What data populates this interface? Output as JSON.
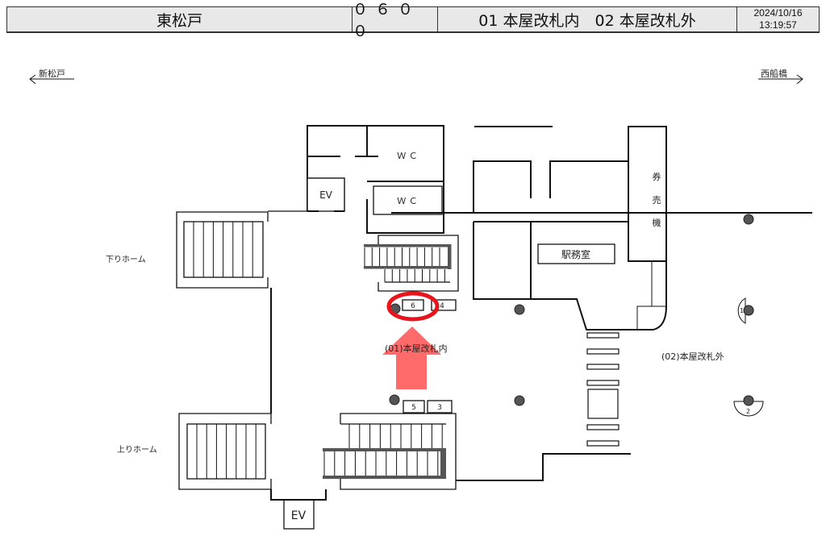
{
  "header": {
    "station": "東松戸",
    "code": "０６００",
    "gates": "01 本屋改札内　02 本屋改札外",
    "date": "2024/10/16",
    "time": "13:19:57"
  },
  "directions": {
    "left": "新松戸",
    "right": "西船橋"
  },
  "labels": {
    "wc_1": "Ｗ Ｃ",
    "wc_2": "Ｗ Ｃ",
    "ev_upper": "EV",
    "ev_lower": "EV",
    "down_platform": "下りホーム",
    "up_platform": "上りホーム",
    "ticket_machine": [
      "券",
      "売",
      "機"
    ],
    "station_office": "駅務室",
    "gate_inside": "(01)本屋改札内",
    "gate_outside": "(02)本屋改札外"
  },
  "gate_numbers": {
    "g6": "6",
    "g4": "4",
    "g5": "5",
    "g3": "3",
    "p1": "1",
    "p2": "2"
  },
  "colors": {
    "highlight": "#e8141c",
    "arrow": "#ff6a6a"
  }
}
